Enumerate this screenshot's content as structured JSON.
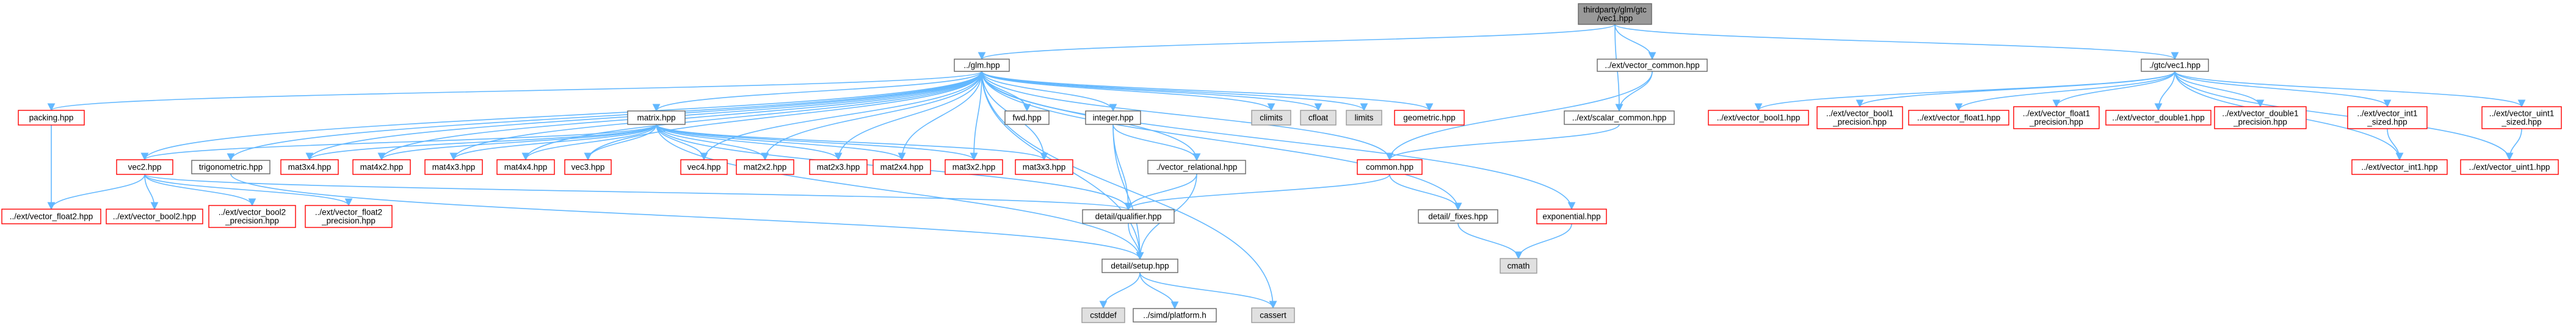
{
  "colors": {
    "edge": "#63b8ff",
    "root_fill": "#999999",
    "normal_border": "#666666",
    "missing_border": "#ff0000",
    "system_fill": "#e0e0e0"
  },
  "nodes": [
    {
      "id": "root",
      "kind": "root",
      "lines": [
        "thirdparty/glm/gtc",
        "/vec1.hpp"
      ]
    },
    {
      "id": "glm_hpp",
      "kind": "normal",
      "lines": [
        "../glm.hpp"
      ]
    },
    {
      "id": "ext_vector_common",
      "kind": "normal",
      "lines": [
        "../ext/vector_common.hpp"
      ]
    },
    {
      "id": "gtc_vec1",
      "kind": "normal",
      "lines": [
        "./gtc/vec1.hpp"
      ]
    },
    {
      "id": "packing",
      "kind": "missing",
      "lines": [
        "packing.hpp"
      ]
    },
    {
      "id": "vec2",
      "kind": "missing",
      "lines": [
        "vec2.hpp"
      ]
    },
    {
      "id": "trigonometric",
      "kind": "normal",
      "lines": [
        "trigonometric.hpp"
      ]
    },
    {
      "id": "matrix",
      "kind": "normal",
      "lines": [
        "matrix.hpp"
      ]
    },
    {
      "id": "mat3x4",
      "kind": "missing",
      "lines": [
        "mat3x4.hpp"
      ]
    },
    {
      "id": "mat4x2",
      "kind": "missing",
      "lines": [
        "mat4x2.hpp"
      ]
    },
    {
      "id": "mat4x3",
      "kind": "missing",
      "lines": [
        "mat4x3.hpp"
      ]
    },
    {
      "id": "mat4x4",
      "kind": "missing",
      "lines": [
        "mat4x4.hpp"
      ]
    },
    {
      "id": "vec3",
      "kind": "missing",
      "lines": [
        "vec3.hpp"
      ]
    },
    {
      "id": "vec4",
      "kind": "missing",
      "lines": [
        "vec4.hpp"
      ]
    },
    {
      "id": "mat2x2",
      "kind": "missing",
      "lines": [
        "mat2x2.hpp"
      ]
    },
    {
      "id": "mat2x3",
      "kind": "missing",
      "lines": [
        "mat2x3.hpp"
      ]
    },
    {
      "id": "mat2x4",
      "kind": "missing",
      "lines": [
        "mat2x4.hpp"
      ]
    },
    {
      "id": "mat3x2",
      "kind": "missing",
      "lines": [
        "mat3x2.hpp"
      ]
    },
    {
      "id": "mat3x3",
      "kind": "missing",
      "lines": [
        "mat3x3.hpp"
      ]
    },
    {
      "id": "fwd",
      "kind": "normal",
      "lines": [
        "fwd.hpp"
      ]
    },
    {
      "id": "integer",
      "kind": "normal",
      "lines": [
        "integer.hpp"
      ]
    },
    {
      "id": "vector_relational",
      "kind": "normal",
      "lines": [
        "./vector_relational.hpp"
      ]
    },
    {
      "id": "climits",
      "kind": "system",
      "lines": [
        "climits"
      ]
    },
    {
      "id": "cfloat",
      "kind": "system",
      "lines": [
        "cfloat"
      ]
    },
    {
      "id": "limits",
      "kind": "system",
      "lines": [
        "limits"
      ]
    },
    {
      "id": "geometric",
      "kind": "missing",
      "lines": [
        "geometric.hpp"
      ]
    },
    {
      "id": "ext_scalar_common",
      "kind": "normal",
      "lines": [
        "../ext/scalar_common.hpp"
      ]
    },
    {
      "id": "common",
      "kind": "missing",
      "lines": [
        "common.hpp"
      ]
    },
    {
      "id": "exponential",
      "kind": "missing",
      "lines": [
        "exponential.hpp"
      ]
    },
    {
      "id": "detail_fixes",
      "kind": "normal",
      "lines": [
        "detail/_fixes.hpp"
      ]
    },
    {
      "id": "cmath",
      "kind": "system",
      "lines": [
        "cmath"
      ]
    },
    {
      "id": "detail_qualifier",
      "kind": "normal",
      "lines": [
        "detail/qualifier.hpp"
      ]
    },
    {
      "id": "detail_setup",
      "kind": "normal",
      "lines": [
        "detail/setup.hpp"
      ]
    },
    {
      "id": "cstddef",
      "kind": "system",
      "lines": [
        "cstddef"
      ]
    },
    {
      "id": "simd_platform",
      "kind": "normal",
      "lines": [
        "../simd/platform.h"
      ]
    },
    {
      "id": "cassert",
      "kind": "system",
      "lines": [
        "cassert"
      ]
    },
    {
      "id": "ext_vector_float2",
      "kind": "missing",
      "lines": [
        "../ext/vector_float2.hpp"
      ]
    },
    {
      "id": "ext_vector_bool2",
      "kind": "missing",
      "lines": [
        "../ext/vector_bool2.hpp"
      ]
    },
    {
      "id": "ext_vector_bool2_precision",
      "kind": "missing",
      "lines": [
        "../ext/vector_bool2",
        "_precision.hpp"
      ]
    },
    {
      "id": "ext_vector_float2_precision",
      "kind": "missing",
      "lines": [
        "../ext/vector_float2",
        "_precision.hpp"
      ]
    },
    {
      "id": "ext_vector_bool1",
      "kind": "missing",
      "lines": [
        "../ext/vector_bool1.hpp"
      ]
    },
    {
      "id": "ext_vector_bool1_precision",
      "kind": "missing",
      "lines": [
        "../ext/vector_bool1",
        "_precision.hpp"
      ]
    },
    {
      "id": "ext_vector_float1",
      "kind": "missing",
      "lines": [
        "../ext/vector_float1.hpp"
      ]
    },
    {
      "id": "ext_vector_float1_precision",
      "kind": "missing",
      "lines": [
        "../ext/vector_float1",
        "_precision.hpp"
      ]
    },
    {
      "id": "ext_vector_double1",
      "kind": "missing",
      "lines": [
        "../ext/vector_double1.hpp"
      ]
    },
    {
      "id": "ext_vector_double1_precision",
      "kind": "missing",
      "lines": [
        "../ext/vector_double1",
        "_precision.hpp"
      ]
    },
    {
      "id": "ext_vector_int1_sized",
      "kind": "missing",
      "lines": [
        "../ext/vector_int1",
        "_sized.hpp"
      ]
    },
    {
      "id": "ext_vector_uint1_sized",
      "kind": "missing",
      "lines": [
        "../ext/vector_uint1",
        "_sized.hpp"
      ]
    },
    {
      "id": "ext_vector_int1",
      "kind": "missing",
      "lines": [
        "../ext/vector_int1.hpp"
      ]
    },
    {
      "id": "ext_vector_uint1",
      "kind": "missing",
      "lines": [
        "../ext/vector_uint1.hpp"
      ]
    }
  ],
  "edges": [
    [
      "root",
      "glm_hpp"
    ],
    [
      "root",
      "ext_vector_common"
    ],
    [
      "root",
      "gtc_vec1"
    ],
    [
      "root",
      "ext_scalar_common"
    ],
    [
      "glm_hpp",
      "packing"
    ],
    [
      "glm_hpp",
      "vec2"
    ],
    [
      "glm_hpp",
      "trigonometric"
    ],
    [
      "glm_hpp",
      "matrix"
    ],
    [
      "glm_hpp",
      "mat3x4"
    ],
    [
      "glm_hpp",
      "mat4x2"
    ],
    [
      "glm_hpp",
      "mat4x3"
    ],
    [
      "glm_hpp",
      "mat4x4"
    ],
    [
      "glm_hpp",
      "vec3"
    ],
    [
      "glm_hpp",
      "vec4"
    ],
    [
      "glm_hpp",
      "mat2x2"
    ],
    [
      "glm_hpp",
      "mat2x3"
    ],
    [
      "glm_hpp",
      "mat2x4"
    ],
    [
      "glm_hpp",
      "mat3x2"
    ],
    [
      "glm_hpp",
      "mat3x3"
    ],
    [
      "glm_hpp",
      "fwd"
    ],
    [
      "glm_hpp",
      "integer"
    ],
    [
      "glm_hpp",
      "vector_relational"
    ],
    [
      "glm_hpp",
      "climits"
    ],
    [
      "glm_hpp",
      "cfloat"
    ],
    [
      "glm_hpp",
      "limits"
    ],
    [
      "glm_hpp",
      "geometric"
    ],
    [
      "glm_hpp",
      "common"
    ],
    [
      "glm_hpp",
      "exponential"
    ],
    [
      "glm_hpp",
      "detail_fixes"
    ],
    [
      "glm_hpp",
      "cassert"
    ],
    [
      "glm_hpp",
      "detail_setup"
    ],
    [
      "packing",
      "ext_vector_float2"
    ],
    [
      "vec2",
      "ext_vector_float2"
    ],
    [
      "vec2",
      "ext_vector_bool2"
    ],
    [
      "vec2",
      "ext_vector_bool2_precision"
    ],
    [
      "vec2",
      "ext_vector_float2_precision"
    ],
    [
      "vec2",
      "detail_qualifier"
    ],
    [
      "trigonometric",
      "detail_setup"
    ],
    [
      "matrix",
      "vec2"
    ],
    [
      "matrix",
      "vec3"
    ],
    [
      "matrix",
      "vec4"
    ],
    [
      "matrix",
      "mat3x4"
    ],
    [
      "matrix",
      "mat4x2"
    ],
    [
      "matrix",
      "mat4x3"
    ],
    [
      "matrix",
      "mat4x4"
    ],
    [
      "matrix",
      "mat2x2"
    ],
    [
      "matrix",
      "mat2x3"
    ],
    [
      "matrix",
      "mat2x4"
    ],
    [
      "matrix",
      "mat3x2"
    ],
    [
      "matrix",
      "mat3x3"
    ],
    [
      "matrix",
      "detail_qualifier"
    ],
    [
      "matrix",
      "detail_setup"
    ],
    [
      "integer",
      "detail_qualifier"
    ],
    [
      "integer",
      "vector_relational"
    ],
    [
      "integer",
      "detail_setup"
    ],
    [
      "vector_relational",
      "detail_qualifier"
    ],
    [
      "vector_relational",
      "detail_setup"
    ],
    [
      "ext_vector_common",
      "ext_scalar_common"
    ],
    [
      "ext_vector_common",
      "common"
    ],
    [
      "ext_scalar_common",
      "common"
    ],
    [
      "common",
      "detail_qualifier"
    ],
    [
      "common",
      "detail_fixes"
    ],
    [
      "detail_fixes",
      "cmath"
    ],
    [
      "exponential",
      "cmath"
    ],
    [
      "detail_qualifier",
      "detail_setup"
    ],
    [
      "detail_setup",
      "cstddef"
    ],
    [
      "detail_setup",
      "simd_platform"
    ],
    [
      "detail_setup",
      "cassert"
    ],
    [
      "gtc_vec1",
      "ext_vector_bool1"
    ],
    [
      "gtc_vec1",
      "ext_vector_bool1_precision"
    ],
    [
      "gtc_vec1",
      "ext_vector_float1"
    ],
    [
      "gtc_vec1",
      "ext_vector_float1_precision"
    ],
    [
      "gtc_vec1",
      "ext_vector_double1"
    ],
    [
      "gtc_vec1",
      "ext_vector_double1_precision"
    ],
    [
      "gtc_vec1",
      "ext_vector_int1_sized"
    ],
    [
      "gtc_vec1",
      "ext_vector_uint1_sized"
    ],
    [
      "gtc_vec1",
      "ext_vector_int1"
    ],
    [
      "gtc_vec1",
      "ext_vector_uint1"
    ],
    [
      "ext_vector_int1_sized",
      "ext_vector_int1"
    ],
    [
      "ext_vector_uint1_sized",
      "ext_vector_uint1"
    ]
  ]
}
